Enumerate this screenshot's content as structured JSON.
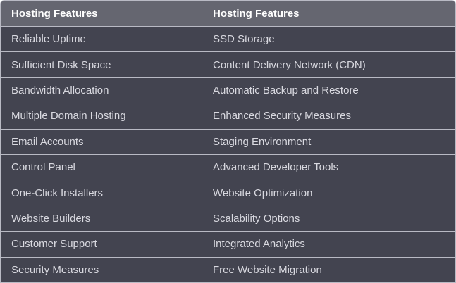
{
  "table": {
    "headers": [
      "Hosting Features",
      "Hosting Features"
    ],
    "rows": [
      [
        "Reliable Uptime",
        "SSD Storage"
      ],
      [
        "Sufficient Disk Space",
        "Content Delivery Network (CDN)"
      ],
      [
        "Bandwidth Allocation",
        "Automatic Backup and Restore"
      ],
      [
        "Multiple Domain Hosting",
        "Enhanced Security Measures"
      ],
      [
        "Email Accounts",
        "Staging Environment"
      ],
      [
        "Control Panel",
        "Advanced Developer Tools"
      ],
      [
        "One-Click Installers",
        "Website Optimization"
      ],
      [
        "Website Builders",
        "Scalability Options"
      ],
      [
        "Customer Support",
        "Integrated Analytics"
      ],
      [
        "Security Measures",
        "Free Website Migration"
      ]
    ]
  }
}
